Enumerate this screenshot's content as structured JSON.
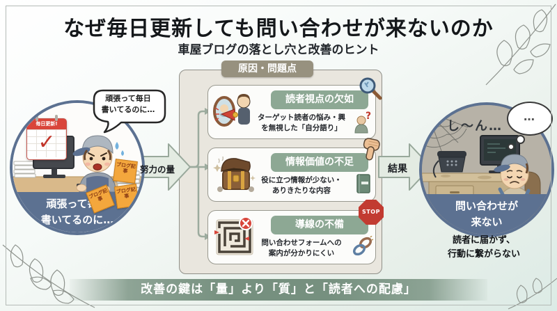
{
  "title": "なぜ毎日更新しても問い合わせが来ないのか",
  "subtitle": "車屋ブログの落とし穴と改善のヒント",
  "before": {
    "speech_bubble": "頑張って毎日\n書いてるのに…",
    "calendar_label": "毎日更新!",
    "sticky_note_label": "ブログ記事",
    "caption": "頑張って毎日\n書いてるのに…"
  },
  "flow": {
    "effort_label": "努力の量",
    "result_label": "結果"
  },
  "problems": {
    "header": "原因・問題点",
    "cards": [
      {
        "title": "読者視点の欠如",
        "desc": "ターゲット読者の悩み・興\nを無視した「自分語り」",
        "corner_icon": "magnifier-icon",
        "side_icon": "person-question-icon",
        "illustration": "mirror-megaphone"
      },
      {
        "title": "情報価値の不足",
        "desc": "役に立つ情報が少ない・\nありきたりな内容",
        "corner_icon": "thumbs-down-icon",
        "side_icon": "book-icon",
        "illustration": "empty-treasure-chest"
      },
      {
        "title": "導線の不備",
        "desc": "問い合わせフォームへの\n案内が分かりにくい",
        "corner_icon": "stop-sign-icon",
        "stop_label": "STOP",
        "side_icon": "chain-link-icon",
        "illustration": "maze-dead-end"
      }
    ]
  },
  "after": {
    "silence": "し〜ん…",
    "thought_dots": "…",
    "caption": "問い合わせが\n来ない",
    "note": "読者に届かず、\n行動に繋がらない"
  },
  "footer": {
    "banner": "改善の鍵は「量」より「質」と「読者への配慮」"
  },
  "icons": {
    "question_mark": "?",
    "check_mark": "✓"
  },
  "colors": {
    "accent_blue": "#5c7191",
    "sage_green": "#8da894",
    "banner_green": "#76907f",
    "badge_gray": "#97917f",
    "stop_red": "#c23b31",
    "note_orange": "#f3a73d",
    "calendar_red": "#d9453a"
  }
}
